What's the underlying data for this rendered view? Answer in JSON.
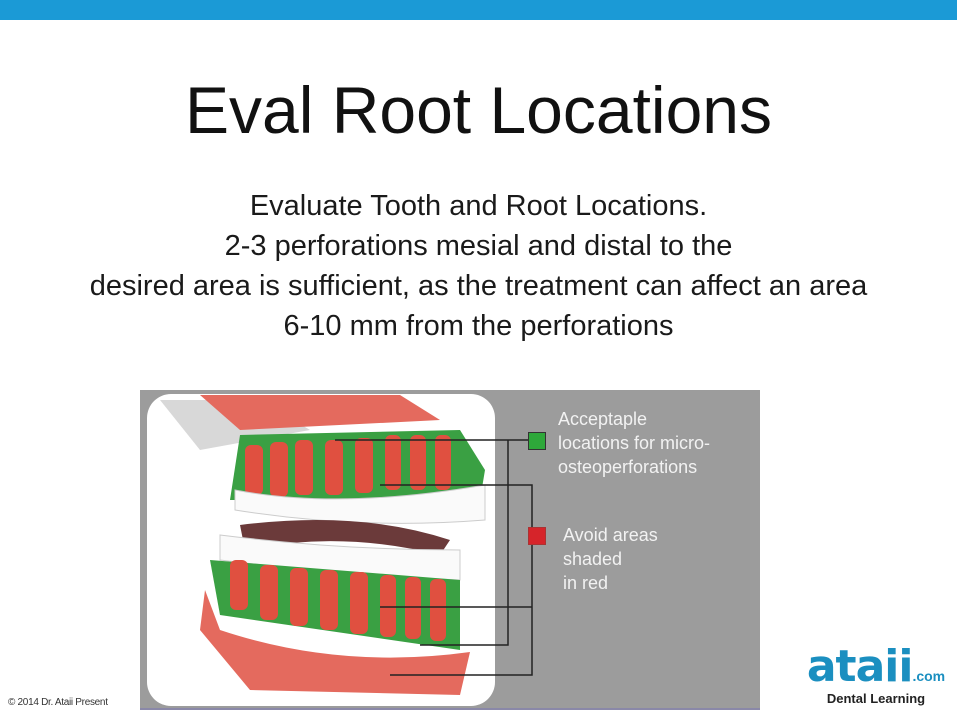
{
  "slide": {
    "title": "Eval Root Locations",
    "body_lines": [
      "Evaluate Tooth and Root Locations.",
      "2-3 perforations mesial and distal to the",
      "desired area is sufficient, as the treatment can affect an area",
      "6-10 mm from the perforations"
    ]
  },
  "figure": {
    "legend": [
      {
        "label_lines": [
          "Acceptaple",
          "locations for micro-",
          "osteoperforations"
        ],
        "color": "#2ea83a"
      },
      {
        "label_lines": [
          "Avoid areas",
          "shaded",
          "in red"
        ],
        "color": "#d6242a"
      }
    ]
  },
  "footer": {
    "copyright": "© 2014  Dr. Ataii Present",
    "logo_main": "ataii",
    "logo_suffix": ".com",
    "logo_tagline": "Dental Learning"
  },
  "colors": {
    "accent": "#1b9ad6",
    "figure_bg": "#9c9c9c"
  }
}
